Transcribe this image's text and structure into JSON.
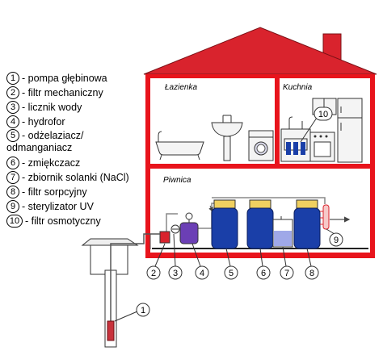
{
  "legend": [
    {
      "num": "1",
      "text": "- pompa głębinowa"
    },
    {
      "num": "2",
      "text": "- filtr mechaniczny"
    },
    {
      "num": "3",
      "text": "- licznik wody"
    },
    {
      "num": "4",
      "text": "- hydrofor"
    },
    {
      "num": "5",
      "text": "- odżelaziacz/"
    },
    {
      "num": "6",
      "text": "- zmiękczacz"
    },
    {
      "num": "7",
      "text": "- zbiornik solanki (NaCl)"
    },
    {
      "num": "8",
      "text": "- filtr sorpcyjny"
    },
    {
      "num": "9",
      "text": "- sterylizator UV"
    },
    {
      "num": "10",
      "text": "- filtr osmotyczny"
    }
  ],
  "legend_continuation": "odmanganiacz",
  "rooms": {
    "bathroom": "Łazienka",
    "kitchen": "Kuchnia",
    "basement": "Piwnica"
  },
  "callouts": [
    "1",
    "2",
    "3",
    "4",
    "5",
    "6",
    "7",
    "8",
    "9",
    "10"
  ],
  "colors": {
    "roof": "#d9232d",
    "walls": "#e8141c",
    "tank": "#1a3fa8",
    "hydrofor": "#6b3fb5",
    "brine": "#9fa8e8",
    "well_pipe": "#c8323c"
  }
}
